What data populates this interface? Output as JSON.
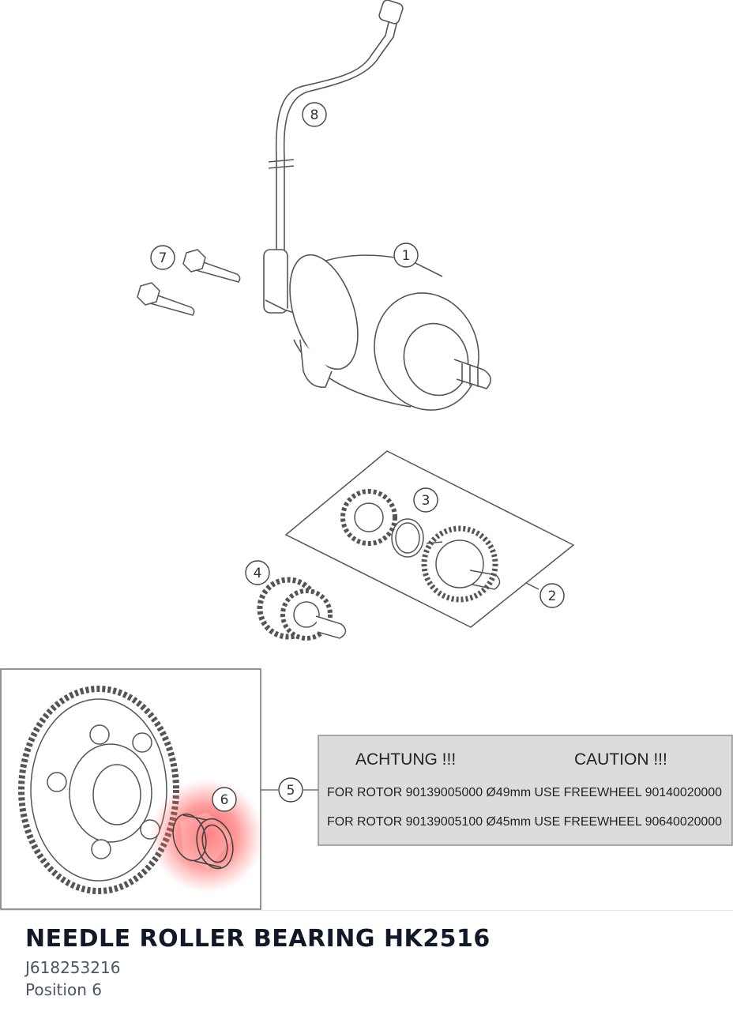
{
  "callouts": {
    "c1": "1",
    "c2": "2",
    "c3": "3",
    "c4": "4",
    "c5": "5",
    "c6": "6",
    "c7": "7",
    "c8": "8"
  },
  "caution_panel": {
    "heading_de": "ACHTUNG !!!",
    "heading_en": "CAUTION !!!",
    "line1": "FOR ROTOR 90139005000 Ø49mm USE FREEWHEEL 90140020000",
    "line2": "FOR ROTOR 90139005100 Ø45mm USE FREEWHEEL 90640020000"
  },
  "highlight": {
    "color": "#ff3b3b",
    "target_position": "6"
  },
  "part": {
    "title": "NEEDLE ROLLER BEARING HK2516",
    "number": "J618253216",
    "position": "Position 6"
  }
}
